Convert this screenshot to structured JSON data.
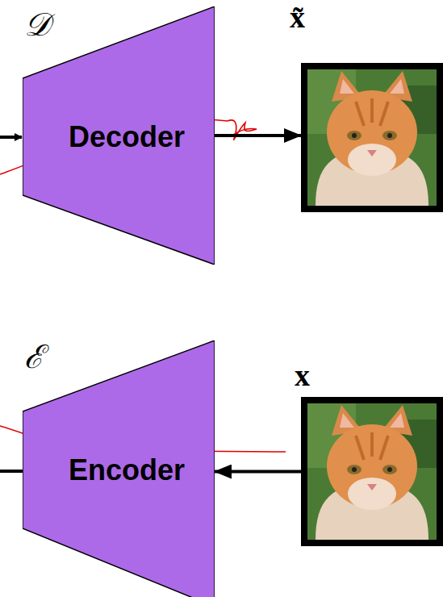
{
  "diagram": {
    "nodes": [
      {
        "text": [
          "𝒟",
          "Decoder"
        ]
      },
      {
        "text": [
          "x̃"
        ]
      },
      {
        "text": [
          "ℰ",
          "Encoder"
        ]
      },
      {
        "text": [
          "x"
        ]
      }
    ],
    "edges": [
      {
        "from": 0,
        "to": 1,
        "arrow": "to"
      },
      {
        "from": 3,
        "to": 2,
        "arrow": "to"
      }
    ]
  }
}
